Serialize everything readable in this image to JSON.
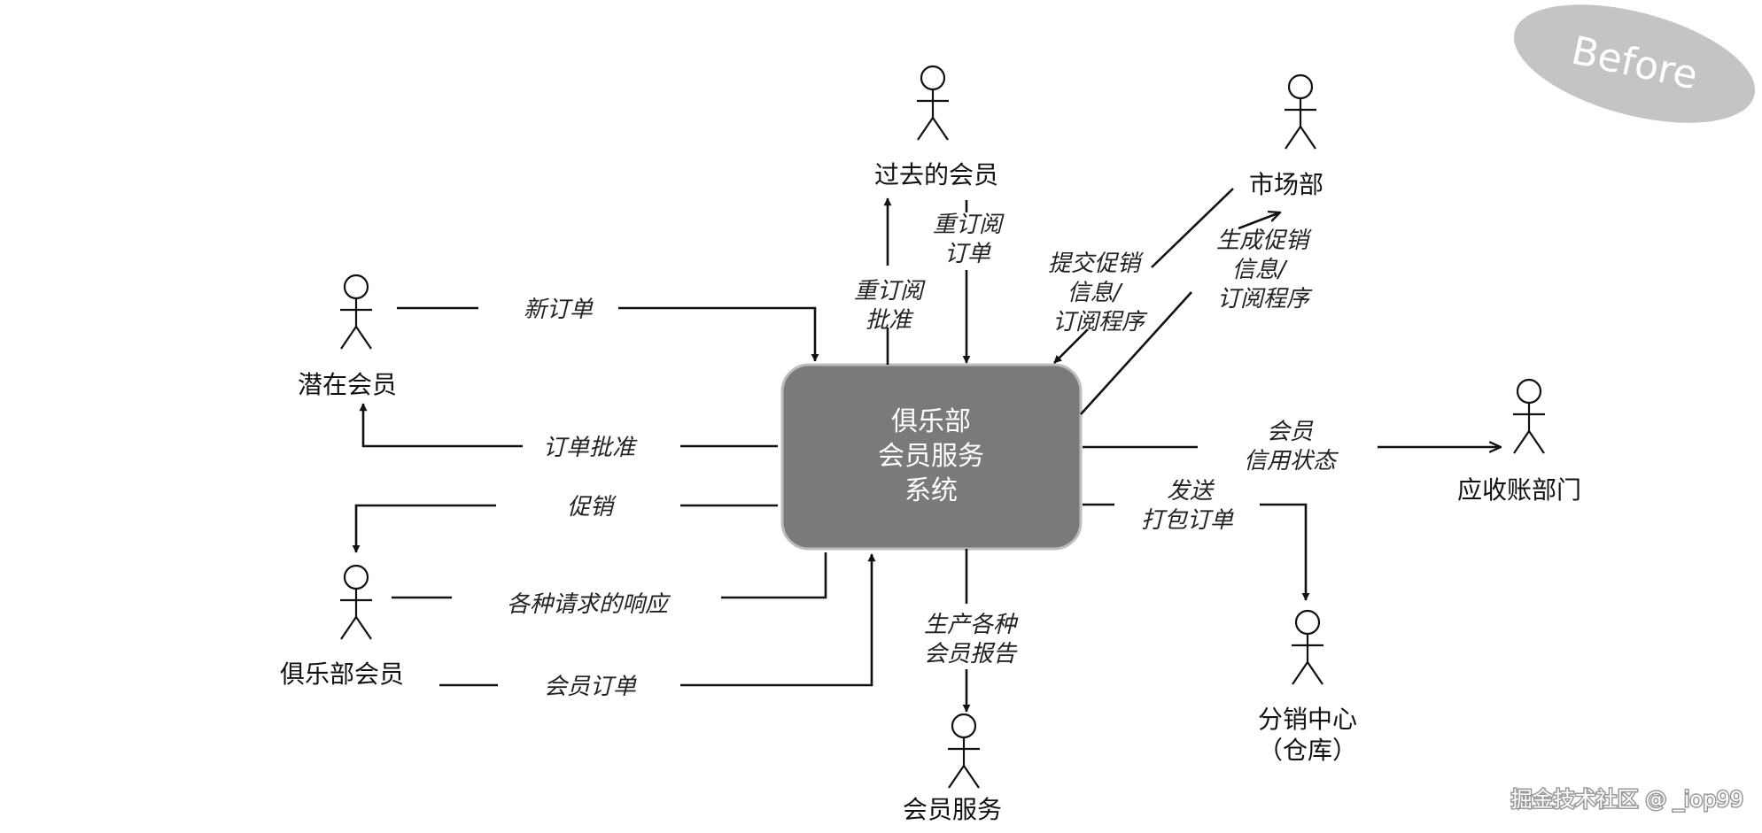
{
  "badge": "Before",
  "watermark": "掘金技术社区 @ _iop99",
  "system": {
    "lines": [
      "俱乐部",
      "会员服务",
      "系统"
    ]
  },
  "actors": {
    "past_member": "过去的会员",
    "marketing": "市场部",
    "potential_member": "潜在会员",
    "receivables": "应收账部门",
    "club_member": "俱乐部会员",
    "distribution": [
      "分销中心",
      "（仓库）"
    ],
    "member_services": "会员服务"
  },
  "flows": {
    "new_order": "新订单",
    "order_approval": "订单批准",
    "promotion": "促销",
    "request_response": "各种请求的响应",
    "member_order": "会员订单",
    "renewal_approval": [
      "重订阅",
      "批准"
    ],
    "renewal_order": [
      "重订阅",
      "订单"
    ],
    "submit_promo": [
      "提交促销",
      "信息/",
      "订阅程序"
    ],
    "generate_promo": [
      "生成促销",
      "信息/",
      "订阅程序"
    ],
    "credit_status": [
      "会员",
      "信用状态"
    ],
    "ship_package": [
      "发送",
      "打包订单"
    ],
    "reports": [
      "生产各种",
      "会员报告"
    ]
  }
}
